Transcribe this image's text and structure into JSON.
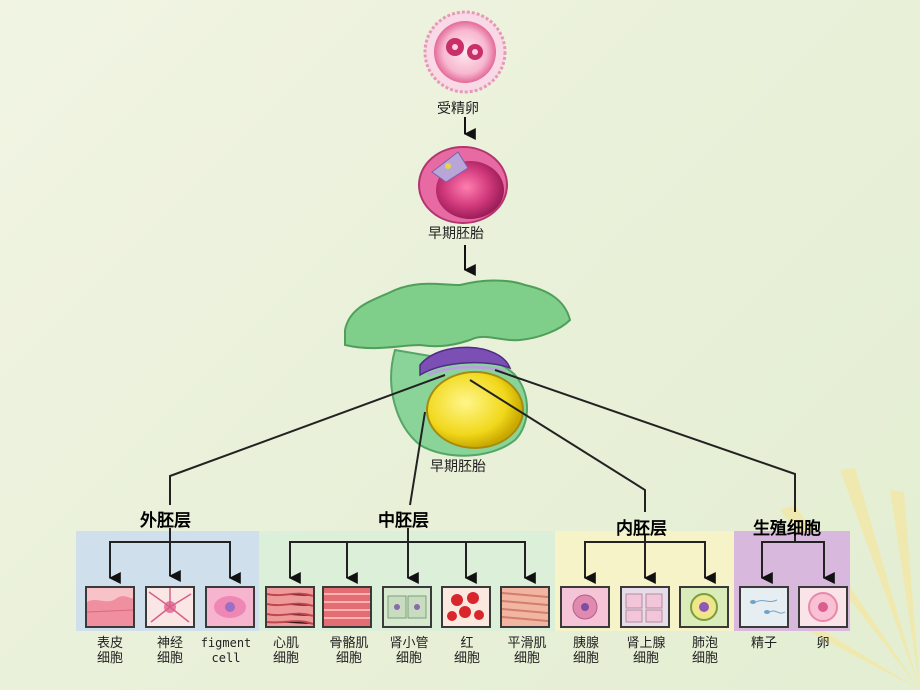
{
  "stages": {
    "zygote": "受精卵",
    "early_embryo_1": "早期胚胎",
    "early_embryo_2": "早期胚胎"
  },
  "germ_layers": {
    "ectoderm": "外胚层",
    "mesoderm": "中胚层",
    "endoderm": "内胚层",
    "germ_cells": "生殖细胞"
  },
  "cells": [
    {
      "line1": "表皮",
      "line2": "细胞",
      "icon": "epidermal-cell-icon"
    },
    {
      "line1": "神经",
      "line2": "细胞",
      "icon": "nerve-cell-icon"
    },
    {
      "line1": "figment",
      "line2": "cell",
      "icon": "pigment-cell-icon"
    },
    {
      "line1": "心肌",
      "line2": "细胞",
      "icon": "cardiac-muscle-cell-icon"
    },
    {
      "line1": "骨骼肌",
      "line2": "细胞",
      "icon": "skeletal-muscle-cell-icon"
    },
    {
      "line1": "肾小管",
      "line2": "细胞",
      "icon": "renal-tubule-cell-icon"
    },
    {
      "line1": "红",
      "line2": "细胞",
      "icon": "red-blood-cell-icon"
    },
    {
      "line1": "平滑肌",
      "line2": "细胞",
      "icon": "smooth-muscle-cell-icon"
    },
    {
      "line1": "胰腺",
      "line2": "细胞",
      "icon": "pancreatic-cell-icon"
    },
    {
      "line1": "肾上腺",
      "line2": "细胞",
      "icon": "adrenal-cell-icon"
    },
    {
      "line1": "肺泡",
      "line2": "细胞",
      "icon": "alveolar-cell-icon"
    },
    {
      "line1": "精子",
      "line2": "",
      "icon": "sperm-cell-icon"
    },
    {
      "line1": "卵",
      "line2": "",
      "icon": "egg-cell-icon"
    }
  ],
  "colors": {
    "ectoderm_panel": "#cfe0ec",
    "mesoderm_panel": "#dcefd8",
    "endoderm_panel": "#f6f3c8",
    "germ_panel": "#d8b8dc"
  }
}
